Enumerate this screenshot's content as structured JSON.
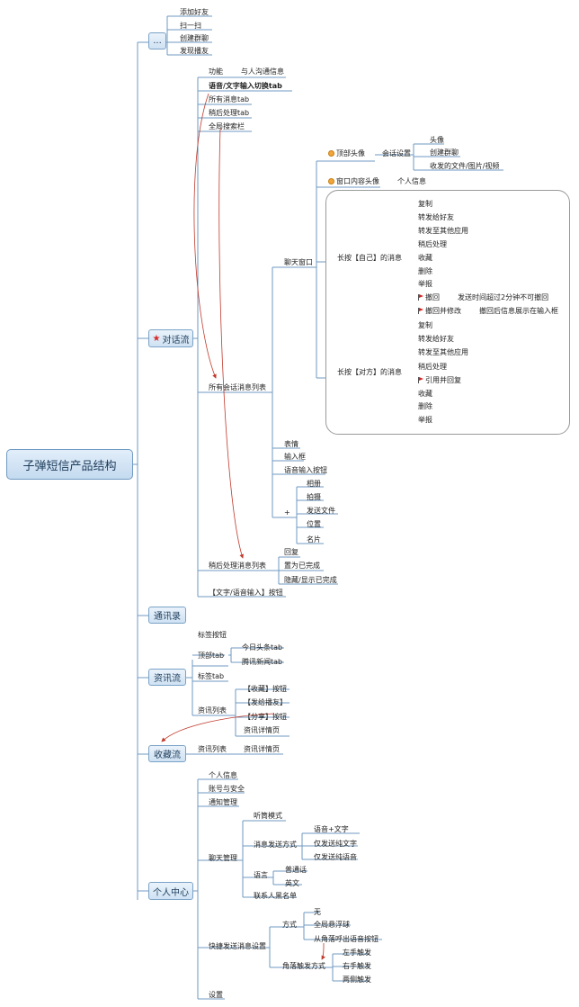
{
  "root": "子弹短信产品结构",
  "branches": {
    "more": "...",
    "dialog": "对话流",
    "contacts": "通讯录",
    "info": "资讯流",
    "fav": "收藏流",
    "personal": "个人中心"
  },
  "more_items": [
    "添加好友",
    "扫一扫",
    "创建群聊",
    "发现播友"
  ],
  "dialog": {
    "func": "功能",
    "func_desc": "与人沟通信息",
    "voice_toggle": "语音/文字输入切换tab",
    "all_msg_tab": "所有消息tab",
    "later_tab": "稍后处理tab",
    "search_bar": "全局搜索栏",
    "all_list": "所有会话消息列表",
    "chat_window": "聊天窗口",
    "top_avatar": "顶部头像",
    "session_settings": "会话设置",
    "session_items": [
      "头像",
      "创建群聊",
      "收发的文件/图片/视频"
    ],
    "window_avatar": "窗口内容头像",
    "personal_info": "个人信息",
    "long_self": "长按【自己】的消息",
    "self_items": [
      "复制",
      "转发给好友",
      "转发至其他应用",
      "稍后处理",
      "收藏",
      "删除",
      "举报",
      "撤回",
      "撤回并修改"
    ],
    "recall_note": "发送时间超过2分钟不可撤回",
    "recall_edit_note": "撤回后信息展示在输入框",
    "long_other": "长按【对方】的消息",
    "other_items": [
      "复制",
      "转发给好友",
      "转发至其他应用",
      "稍后处理",
      "引用并回复",
      "收藏",
      "删除",
      "举报"
    ],
    "emoji": "表情",
    "input_box": "输入框",
    "voice_btn": "语音输入按钮",
    "plus": "+",
    "plus_items": [
      "相册",
      "拍摄",
      "发送文件",
      "位置",
      "名片"
    ],
    "later_list": "稍后处理消息列表",
    "later_items": [
      "回复",
      "置为已完成",
      "隐藏/显示已完成"
    ],
    "text_voice_btn": "【文字/语音输入】按钮"
  },
  "info": {
    "tag_btn": "标签按钮",
    "top_tab": "顶部tab",
    "top_tab_items": [
      "今日头条tab",
      "腾讯新闻tab"
    ],
    "tag_tab": "标签tab",
    "list": "资讯列表",
    "list_items": [
      "【收藏】按钮",
      "【发给播友】",
      "【分享】按钮",
      "资讯详情页"
    ]
  },
  "fav": {
    "list": "资讯列表",
    "detail": "资讯详情页"
  },
  "personal": {
    "info": "个人信息",
    "account": "账号与安全",
    "notify": "通知管理",
    "chat_mgmt": "聊天管理",
    "listen_mode": "听筒模式",
    "send_mode": "消息发送方式",
    "send_items": [
      "语音+文字",
      "仅发送纯文字",
      "仅发送纯语音"
    ],
    "language": "语言",
    "lang_items": [
      "普通话",
      "英文"
    ],
    "blacklist": "联系人黑名单",
    "quick_send": "快捷发送消息设置",
    "method": "方式",
    "method_items": [
      "无",
      "全局悬浮球",
      "从角落呼出语音按钮"
    ],
    "corner": "角落触发方式",
    "corner_items": [
      "左手触发",
      "右手触发",
      "两侧触发"
    ],
    "settings": "设置"
  }
}
